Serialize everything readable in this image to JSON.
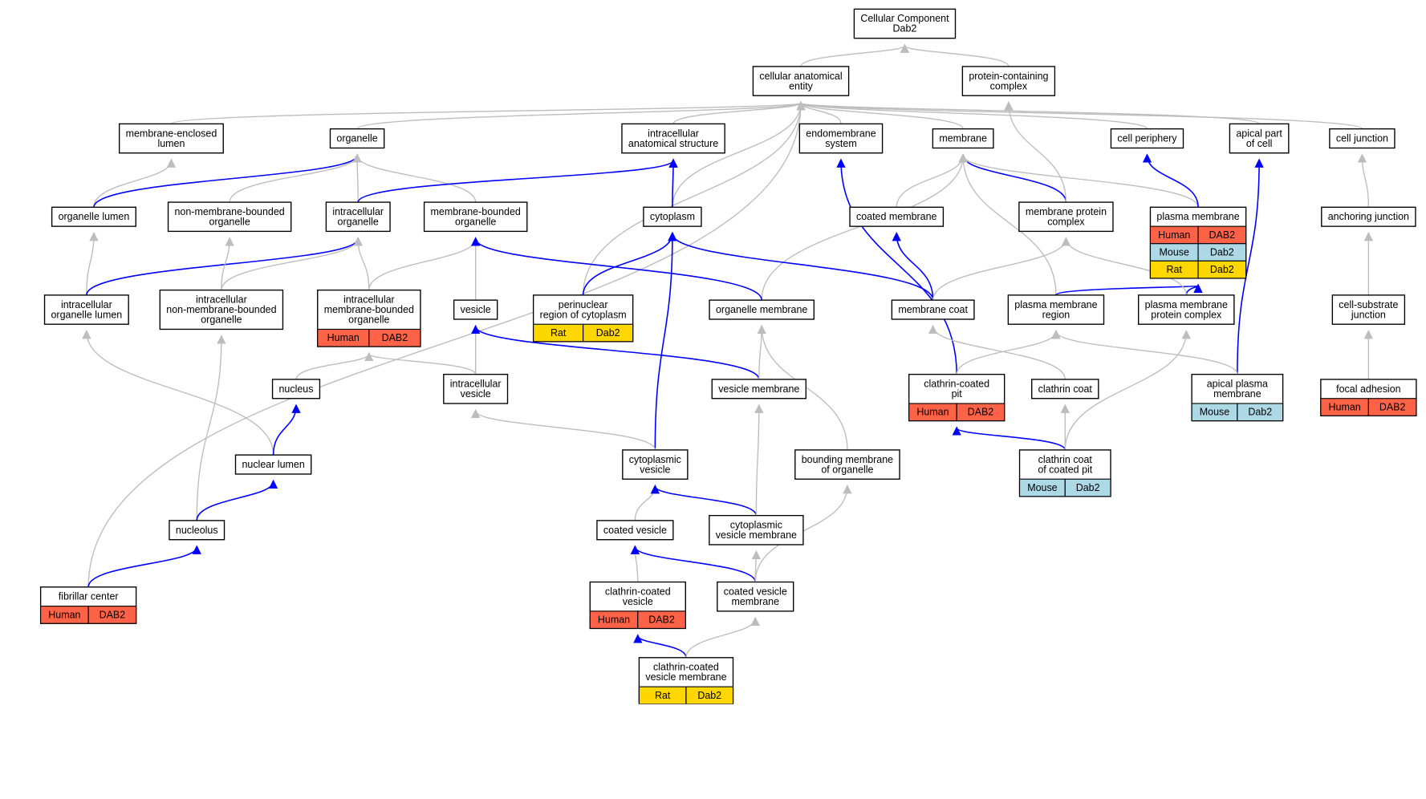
{
  "colors": {
    "Human": "#ff6347",
    "Mouse": "#add8e6",
    "Rat": "#ffd700",
    "edge_is_a": "#bdbdbd",
    "edge_part_of": "#0000ff"
  },
  "nodes": [
    {
      "id": "root",
      "lines": [
        "Cellular Component",
        "Dab2"
      ],
      "rows": []
    },
    {
      "id": "cae",
      "lines": [
        "cellular anatomical",
        "entity"
      ],
      "rows": []
    },
    {
      "id": "pcc",
      "lines": [
        "protein-containing",
        "complex"
      ],
      "rows": []
    },
    {
      "id": "mel",
      "lines": [
        "membrane-enclosed",
        "lumen"
      ],
      "rows": []
    },
    {
      "id": "org",
      "lines": [
        "organelle"
      ],
      "rows": []
    },
    {
      "id": "ias",
      "lines": [
        "intracellular",
        "anatomical structure"
      ],
      "rows": []
    },
    {
      "id": "ems",
      "lines": [
        "endomembrane",
        "system"
      ],
      "rows": []
    },
    {
      "id": "mem",
      "lines": [
        "membrane"
      ],
      "rows": []
    },
    {
      "id": "cper",
      "lines": [
        "cell periphery"
      ],
      "rows": []
    },
    {
      "id": "apc",
      "lines": [
        "apical part",
        "of cell"
      ],
      "rows": []
    },
    {
      "id": "cj",
      "lines": [
        "cell junction"
      ],
      "rows": []
    },
    {
      "id": "orgl",
      "lines": [
        "organelle lumen"
      ],
      "rows": []
    },
    {
      "id": "nmbo",
      "lines": [
        "non-membrane-bounded",
        "organelle"
      ],
      "rows": []
    },
    {
      "id": "io",
      "lines": [
        "intracellular",
        "organelle"
      ],
      "rows": []
    },
    {
      "id": "mbo",
      "lines": [
        "membrane-bounded",
        "organelle"
      ],
      "rows": []
    },
    {
      "id": "cyto",
      "lines": [
        "cytoplasm"
      ],
      "rows": []
    },
    {
      "id": "cm",
      "lines": [
        "coated membrane"
      ],
      "rows": []
    },
    {
      "id": "mpc",
      "lines": [
        "membrane protein",
        "complex"
      ],
      "rows": []
    },
    {
      "id": "pm",
      "lines": [
        "plasma membrane"
      ],
      "rows": [
        {
          "species": "Human",
          "gene": "DAB2"
        },
        {
          "species": "Mouse",
          "gene": "Dab2"
        },
        {
          "species": "Rat",
          "gene": "Dab2"
        }
      ]
    },
    {
      "id": "aj",
      "lines": [
        "anchoring junction"
      ],
      "rows": []
    },
    {
      "id": "iol",
      "lines": [
        "intracellular",
        "organelle lumen"
      ],
      "rows": []
    },
    {
      "id": "inmbo",
      "lines": [
        "intracellular",
        "non-membrane-bounded",
        "organelle"
      ],
      "rows": []
    },
    {
      "id": "imbo",
      "lines": [
        "intracellular",
        "membrane-bounded",
        "organelle"
      ],
      "rows": [
        {
          "species": "Human",
          "gene": "DAB2"
        }
      ]
    },
    {
      "id": "prc",
      "lines": [
        "perinuclear",
        "region of cytoplasm"
      ],
      "rows": [
        {
          "species": "Rat",
          "gene": "Dab2"
        }
      ]
    },
    {
      "id": "ves",
      "lines": [
        "vesicle"
      ],
      "rows": []
    },
    {
      "id": "om",
      "lines": [
        "organelle membrane"
      ],
      "rows": []
    },
    {
      "id": "mc",
      "lines": [
        "membrane coat"
      ],
      "rows": []
    },
    {
      "id": "pmr",
      "lines": [
        "plasma membrane",
        "region"
      ],
      "rows": []
    },
    {
      "id": "pmpc",
      "lines": [
        "plasma membrane",
        "protein complex"
      ],
      "rows": []
    },
    {
      "id": "csj",
      "lines": [
        "cell-substrate",
        "junction"
      ],
      "rows": []
    },
    {
      "id": "nuc",
      "lines": [
        "nucleus"
      ],
      "rows": []
    },
    {
      "id": "iv",
      "lines": [
        "intracellular",
        "vesicle"
      ],
      "rows": []
    },
    {
      "id": "vm",
      "lines": [
        "vesicle membrane"
      ],
      "rows": []
    },
    {
      "id": "ccp",
      "lines": [
        "clathrin-coated",
        "pit"
      ],
      "rows": [
        {
          "species": "Human",
          "gene": "DAB2"
        }
      ]
    },
    {
      "id": "cc",
      "lines": [
        "clathrin coat"
      ],
      "rows": []
    },
    {
      "id": "apm",
      "lines": [
        "apical plasma",
        "membrane"
      ],
      "rows": [
        {
          "species": "Mouse",
          "gene": "Dab2"
        }
      ]
    },
    {
      "id": "fa",
      "lines": [
        "focal adhesion"
      ],
      "rows": [
        {
          "species": "Human",
          "gene": "DAB2"
        }
      ]
    },
    {
      "id": "nl",
      "lines": [
        "nuclear lumen"
      ],
      "rows": []
    },
    {
      "id": "cv",
      "lines": [
        "cytoplasmic",
        "vesicle"
      ],
      "rows": []
    },
    {
      "id": "bmo",
      "lines": [
        "bounding membrane",
        "of organelle"
      ],
      "rows": []
    },
    {
      "id": "cccp",
      "lines": [
        "clathrin coat",
        "of coated pit"
      ],
      "rows": [
        {
          "species": "Mouse",
          "gene": "Dab2"
        }
      ]
    },
    {
      "id": "nclo",
      "lines": [
        "nucleolus"
      ],
      "rows": []
    },
    {
      "id": "cov",
      "lines": [
        "coated vesicle"
      ],
      "rows": []
    },
    {
      "id": "cvm",
      "lines": [
        "cytoplasmic",
        "vesicle membrane"
      ],
      "rows": []
    },
    {
      "id": "fc",
      "lines": [
        "fibrillar center"
      ],
      "rows": [
        {
          "species": "Human",
          "gene": "DAB2"
        }
      ]
    },
    {
      "id": "ccv",
      "lines": [
        "clathrin-coated",
        "vesicle"
      ],
      "rows": [
        {
          "species": "Human",
          "gene": "DAB2"
        }
      ]
    },
    {
      "id": "covm",
      "lines": [
        "coated vesicle",
        "membrane"
      ],
      "rows": []
    },
    {
      "id": "ccvm",
      "lines": [
        "clathrin-coated",
        "vesicle membrane"
      ],
      "rows": [
        {
          "species": "Rat",
          "gene": "Dab2"
        }
      ]
    }
  ],
  "edges": [
    {
      "from": "cae",
      "to": "root",
      "type": "is_a"
    },
    {
      "from": "pcc",
      "to": "root",
      "type": "is_a"
    },
    {
      "from": "mel",
      "to": "cae",
      "type": "is_a"
    },
    {
      "from": "org",
      "to": "cae",
      "type": "is_a"
    },
    {
      "from": "ias",
      "to": "cae",
      "type": "is_a"
    },
    {
      "from": "ems",
      "to": "cae",
      "type": "is_a"
    },
    {
      "from": "mem",
      "to": "cae",
      "type": "is_a"
    },
    {
      "from": "cper",
      "to": "cae",
      "type": "is_a"
    },
    {
      "from": "apc",
      "to": "cae",
      "type": "is_a"
    },
    {
      "from": "cj",
      "to": "cae",
      "type": "is_a"
    },
    {
      "from": "fc",
      "to": "cae",
      "type": "is_a"
    },
    {
      "from": "prc",
      "to": "cae",
      "type": "is_a"
    },
    {
      "from": "cyto",
      "to": "cae",
      "type": "is_a"
    },
    {
      "from": "orgl",
      "to": "mel",
      "type": "is_a"
    },
    {
      "from": "orgl",
      "to": "org",
      "type": "part_of"
    },
    {
      "from": "nmbo",
      "to": "org",
      "type": "is_a"
    },
    {
      "from": "io",
      "to": "org",
      "type": "is_a"
    },
    {
      "from": "mbo",
      "to": "org",
      "type": "is_a"
    },
    {
      "from": "io",
      "to": "ias",
      "type": "part_of"
    },
    {
      "from": "cyto",
      "to": "ias",
      "type": "part_of"
    },
    {
      "from": "ccp",
      "to": "ems",
      "type": "part_of"
    },
    {
      "from": "cm",
      "to": "mem",
      "type": "is_a"
    },
    {
      "from": "mpc",
      "to": "mem",
      "type": "part_of"
    },
    {
      "from": "mpc",
      "to": "pcc",
      "type": "is_a"
    },
    {
      "from": "pm",
      "to": "mem",
      "type": "is_a"
    },
    {
      "from": "pm",
      "to": "cper",
      "type": "part_of"
    },
    {
      "from": "om",
      "to": "mem",
      "type": "is_a"
    },
    {
      "from": "pmr",
      "to": "mem",
      "type": "is_a"
    },
    {
      "from": "apm",
      "to": "apc",
      "type": "part_of"
    },
    {
      "from": "aj",
      "to": "cj",
      "type": "is_a"
    },
    {
      "from": "iol",
      "to": "orgl",
      "type": "is_a"
    },
    {
      "from": "iol",
      "to": "io",
      "type": "part_of"
    },
    {
      "from": "inmbo",
      "to": "nmbo",
      "type": "is_a"
    },
    {
      "from": "inmbo",
      "to": "io",
      "type": "is_a"
    },
    {
      "from": "imbo",
      "to": "io",
      "type": "is_a"
    },
    {
      "from": "imbo",
      "to": "mbo",
      "type": "is_a"
    },
    {
      "from": "ves",
      "to": "mbo",
      "type": "is_a"
    },
    {
      "from": "om",
      "to": "mbo",
      "type": "part_of"
    },
    {
      "from": "prc",
      "to": "cyto",
      "type": "part_of"
    },
    {
      "from": "cv",
      "to": "cyto",
      "type": "part_of"
    },
    {
      "from": "mc",
      "to": "cyto",
      "type": "part_of"
    },
    {
      "from": "mc",
      "to": "cm",
      "type": "part_of"
    },
    {
      "from": "mc",
      "to": "mpc",
      "type": "is_a"
    },
    {
      "from": "pmr",
      "to": "pm",
      "type": "part_of"
    },
    {
      "from": "pmpc",
      "to": "pm",
      "type": "part_of"
    },
    {
      "from": "pmpc",
      "to": "mpc",
      "type": "is_a"
    },
    {
      "from": "csj",
      "to": "aj",
      "type": "is_a"
    },
    {
      "from": "fa",
      "to": "csj",
      "type": "is_a"
    },
    {
      "from": "nuc",
      "to": "imbo",
      "type": "is_a"
    },
    {
      "from": "iv",
      "to": "imbo",
      "type": "is_a"
    },
    {
      "from": "iv",
      "to": "ves",
      "type": "is_a"
    },
    {
      "from": "vm",
      "to": "ves",
      "type": "part_of"
    },
    {
      "from": "vm",
      "to": "om",
      "type": "is_a"
    },
    {
      "from": "bmo",
      "to": "om",
      "type": "is_a"
    },
    {
      "from": "ccp",
      "to": "pmr",
      "type": "is_a"
    },
    {
      "from": "cc",
      "to": "mc",
      "type": "is_a"
    },
    {
      "from": "apm",
      "to": "pmr",
      "type": "is_a"
    },
    {
      "from": "nl",
      "to": "iol",
      "type": "is_a"
    },
    {
      "from": "nl",
      "to": "nuc",
      "type": "part_of"
    },
    {
      "from": "nclo",
      "to": "inmbo",
      "type": "is_a"
    },
    {
      "from": "nclo",
      "to": "nl",
      "type": "part_of"
    },
    {
      "from": "cv",
      "to": "iv",
      "type": "is_a"
    },
    {
      "from": "cccp",
      "to": "ccp",
      "type": "part_of"
    },
    {
      "from": "cccp",
      "to": "cc",
      "type": "is_a"
    },
    {
      "from": "cccp",
      "to": "pmpc",
      "type": "is_a"
    },
    {
      "from": "cov",
      "to": "cv",
      "type": "is_a"
    },
    {
      "from": "cvm",
      "to": "cv",
      "type": "part_of"
    },
    {
      "from": "cvm",
      "to": "vm",
      "type": "is_a"
    },
    {
      "from": "fc",
      "to": "nclo",
      "type": "part_of"
    },
    {
      "from": "ccv",
      "to": "cov",
      "type": "is_a"
    },
    {
      "from": "covm",
      "to": "cov",
      "type": "part_of"
    },
    {
      "from": "covm",
      "to": "cvm",
      "type": "is_a"
    },
    {
      "from": "covm",
      "to": "bmo",
      "type": "is_a"
    },
    {
      "from": "ccvm",
      "to": "ccv",
      "type": "part_of"
    },
    {
      "from": "ccvm",
      "to": "covm",
      "type": "is_a"
    }
  ]
}
